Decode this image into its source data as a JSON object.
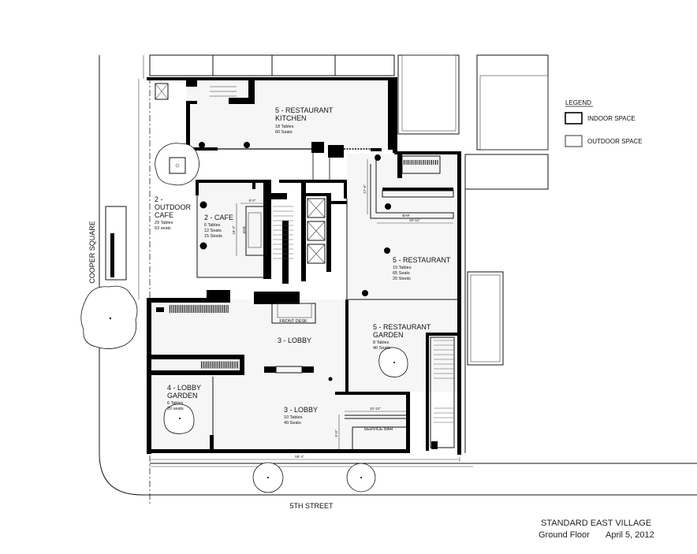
{
  "legend": {
    "title": "LEGEND",
    "items": [
      {
        "label": "INDOOR SPACE"
      },
      {
        "label": "OUTDOOR SPACE"
      }
    ]
  },
  "title_block": {
    "project": "STANDARD EAST VILLAGE",
    "sheet": "Ground Floor",
    "date": "April 5, 2012"
  },
  "streets": {
    "west": "COOPER SQUARE",
    "south": "5TH STREET"
  },
  "rooms": {
    "kitchen": {
      "name": "5 - RESTAURANT",
      "name2": "KITCHEN",
      "tables": "18 Tables",
      "seats": "60 Seats"
    },
    "outdoor_cafe": {
      "name": "2 -",
      "name2": "OUTDOOR",
      "name3": "CAFE",
      "tables": "29 Tables",
      "seats": "63 seats"
    },
    "cafe": {
      "name": "2 - CAFE",
      "tables": "6 Tables",
      "seats": "12 Seats",
      "stools": "15 Stools"
    },
    "restaurant": {
      "name": "5 - RESTAURANT",
      "tables": "19 Tables",
      "seats": "65 Seats",
      "stools": "20 Stools"
    },
    "lobby_upper": {
      "name": "3 - LOBBY"
    },
    "front_desk": {
      "name": "FRONT DESK"
    },
    "restaurant_garden": {
      "name": "5 - RESTAURANT",
      "name2": "GARDEN",
      "tables": "8 Tables",
      "seats": "40 Seats"
    },
    "lobby_garden": {
      "name": "4 - LOBBY",
      "name2": "GARDEN",
      "tables": "6 Tables",
      "seats": "20 seats"
    },
    "lobby_lower": {
      "name": "3 - LOBBY",
      "tables": "10 Tables",
      "seats": "40 Seats"
    }
  },
  "fixtures": {
    "cafe_bar": "BAR",
    "restaurant_bar": "BAR",
    "service_bar": "SERVICE BAR"
  },
  "dimensions": {
    "cafe_bar_width": "8'-0\"",
    "cafe_bar_length": "16'-2\"",
    "restaurant_bar_depth": "17'-6\"",
    "restaurant_bar_length": "22'-11\"",
    "service_bar_length": "10'-10\"",
    "service_bar_depth": "5'-0\"",
    "frontage": "58'-4\""
  }
}
